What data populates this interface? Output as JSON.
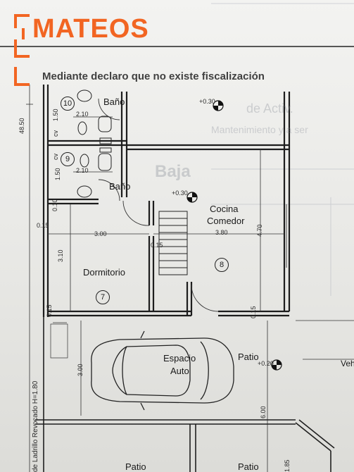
{
  "logo": {
    "text": "MATEOS",
    "color": "#f26522"
  },
  "bleed_text": "Mediante declaro que no existe fiscalización",
  "rooms": {
    "bano_top": "Baño",
    "bano_mid": "Baño",
    "cocina": "Cocina",
    "comedor": "Comedor",
    "dormitorio": "Dormitorio",
    "espacio": "Espacio",
    "auto": "Auto",
    "patio_right": "Patio",
    "patio_bl": "Patio",
    "patio_bm": "Patio",
    "veh": "Veh"
  },
  "numbers": {
    "n10": "10",
    "n9": "9",
    "n8": "8",
    "n7": "7"
  },
  "dims": {
    "d4850": "48.50",
    "d210a": "2.10",
    "d210b": "2.10",
    "d150a": "1.50",
    "d150b": "1.50",
    "d010": "0.10",
    "d015a": "0.15",
    "d015b": "0.15",
    "d015c": "0.15",
    "d015d": "0.15",
    "d300a": "3.00",
    "d380": "3.80",
    "d470": "4.70",
    "d310": "3.10",
    "d300b": "3.00",
    "d600": "6.00",
    "d185": "1.85",
    "dcv1": "cv",
    "dcv2": "cv"
  },
  "levels": {
    "l1": "+0.30",
    "l2": "+0.30",
    "l3": "+0.20"
  },
  "wall_note": "de Ladrillo Revocado H=1.80",
  "ghost": {
    "g1": "Baja",
    "g2": "de Activ.",
    "g3": "Mantenimiento y a ser"
  }
}
